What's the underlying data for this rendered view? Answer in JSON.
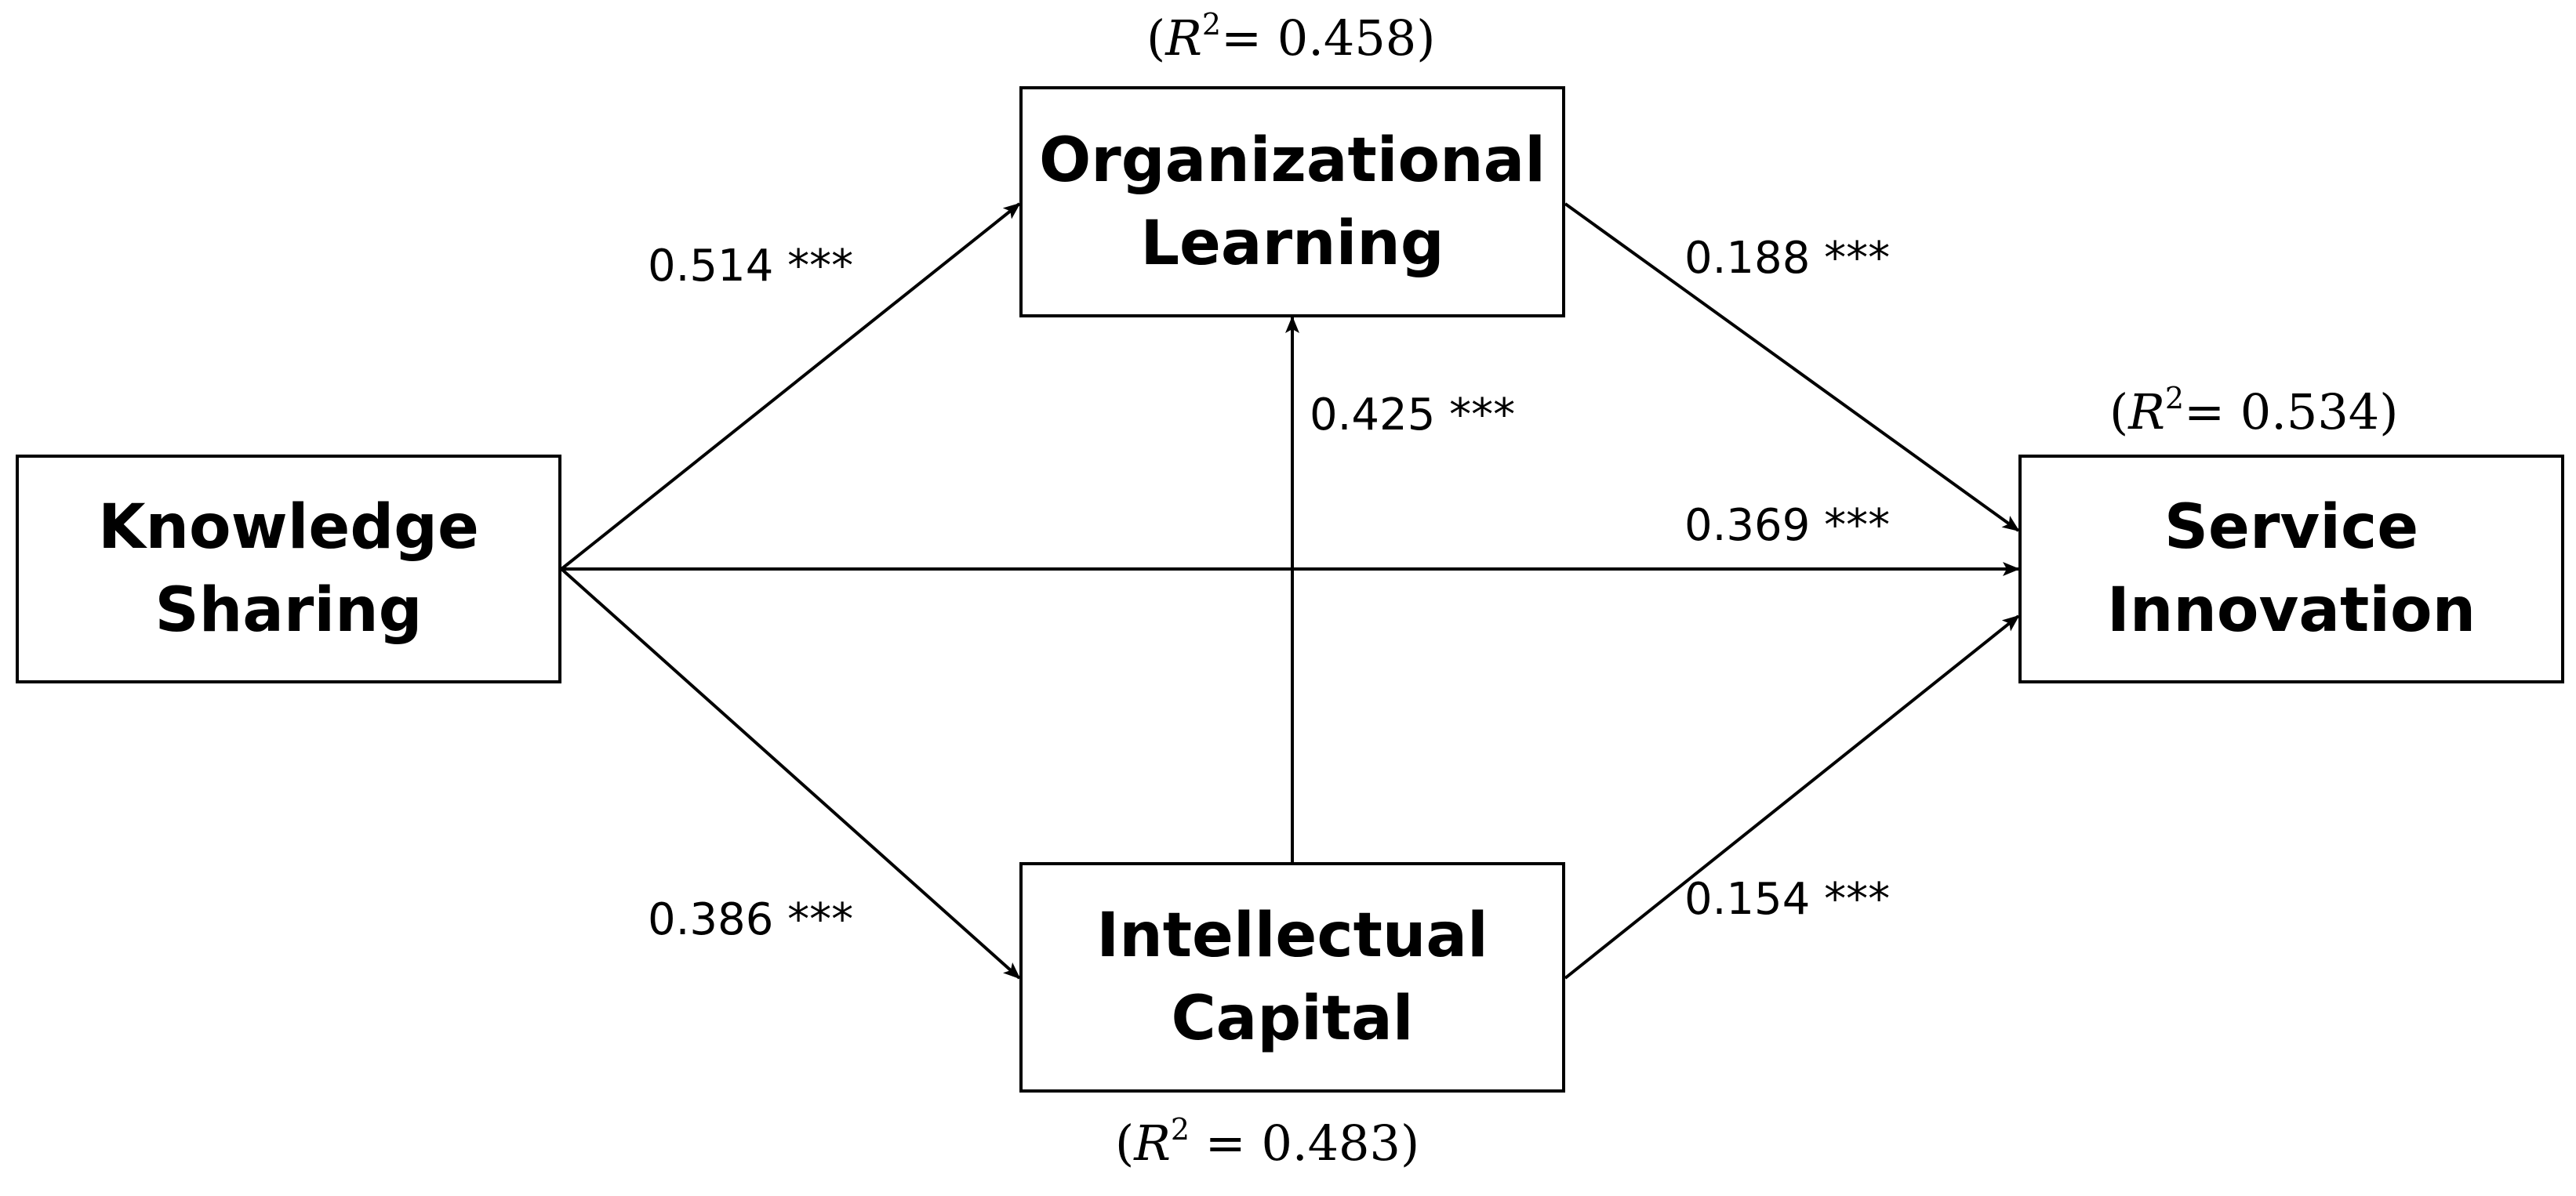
{
  "nodes": {
    "knowledge_sharing": {
      "line1": "Knowledge",
      "line2": "Sharing"
    },
    "organizational_learning": {
      "line1": "Organizational",
      "line2": "Learning"
    },
    "intellectual_capital": {
      "line1": "Intellectual",
      "line2": "Capital"
    },
    "service_innovation": {
      "line1": "Service",
      "line2": "Innovation"
    }
  },
  "r_squared": {
    "symbol": "R",
    "exponent": "2",
    "organizational_learning": "0.458",
    "intellectual_capital": "0.483",
    "service_innovation": "0.534"
  },
  "paths": {
    "ks_to_ol": "0.514 ***",
    "ks_to_ic": "0.386 ***",
    "ic_to_ol": "0.425 ***",
    "ol_to_si": "0.188 ***",
    "ks_to_si": "0.369 ***",
    "ic_to_si": "0.154 ***"
  },
  "colors": {
    "line": "#000000",
    "background": "#ffffff"
  }
}
